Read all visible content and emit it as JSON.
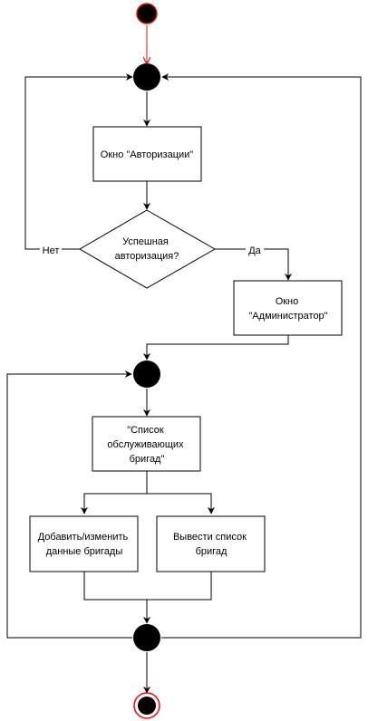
{
  "nodes": {
    "auth_window": [
      "Окно \"Авторизации\""
    ],
    "decision": [
      "Успешная",
      "авторизация?"
    ],
    "admin_window": [
      "Окно",
      "\"Администратор\""
    ],
    "brigade_list": [
      "\"Список",
      "обслуживающих",
      "бригад\""
    ],
    "edit_brigade": [
      "Добавить/изменить",
      "данные бригады"
    ],
    "show_list": [
      "Вывести список",
      "бригад"
    ]
  },
  "labels": {
    "no": "Нет",
    "yes": "Да"
  },
  "colors": {
    "line": "#000000",
    "start": "#e51400",
    "end_ring": "#ff0000"
  }
}
